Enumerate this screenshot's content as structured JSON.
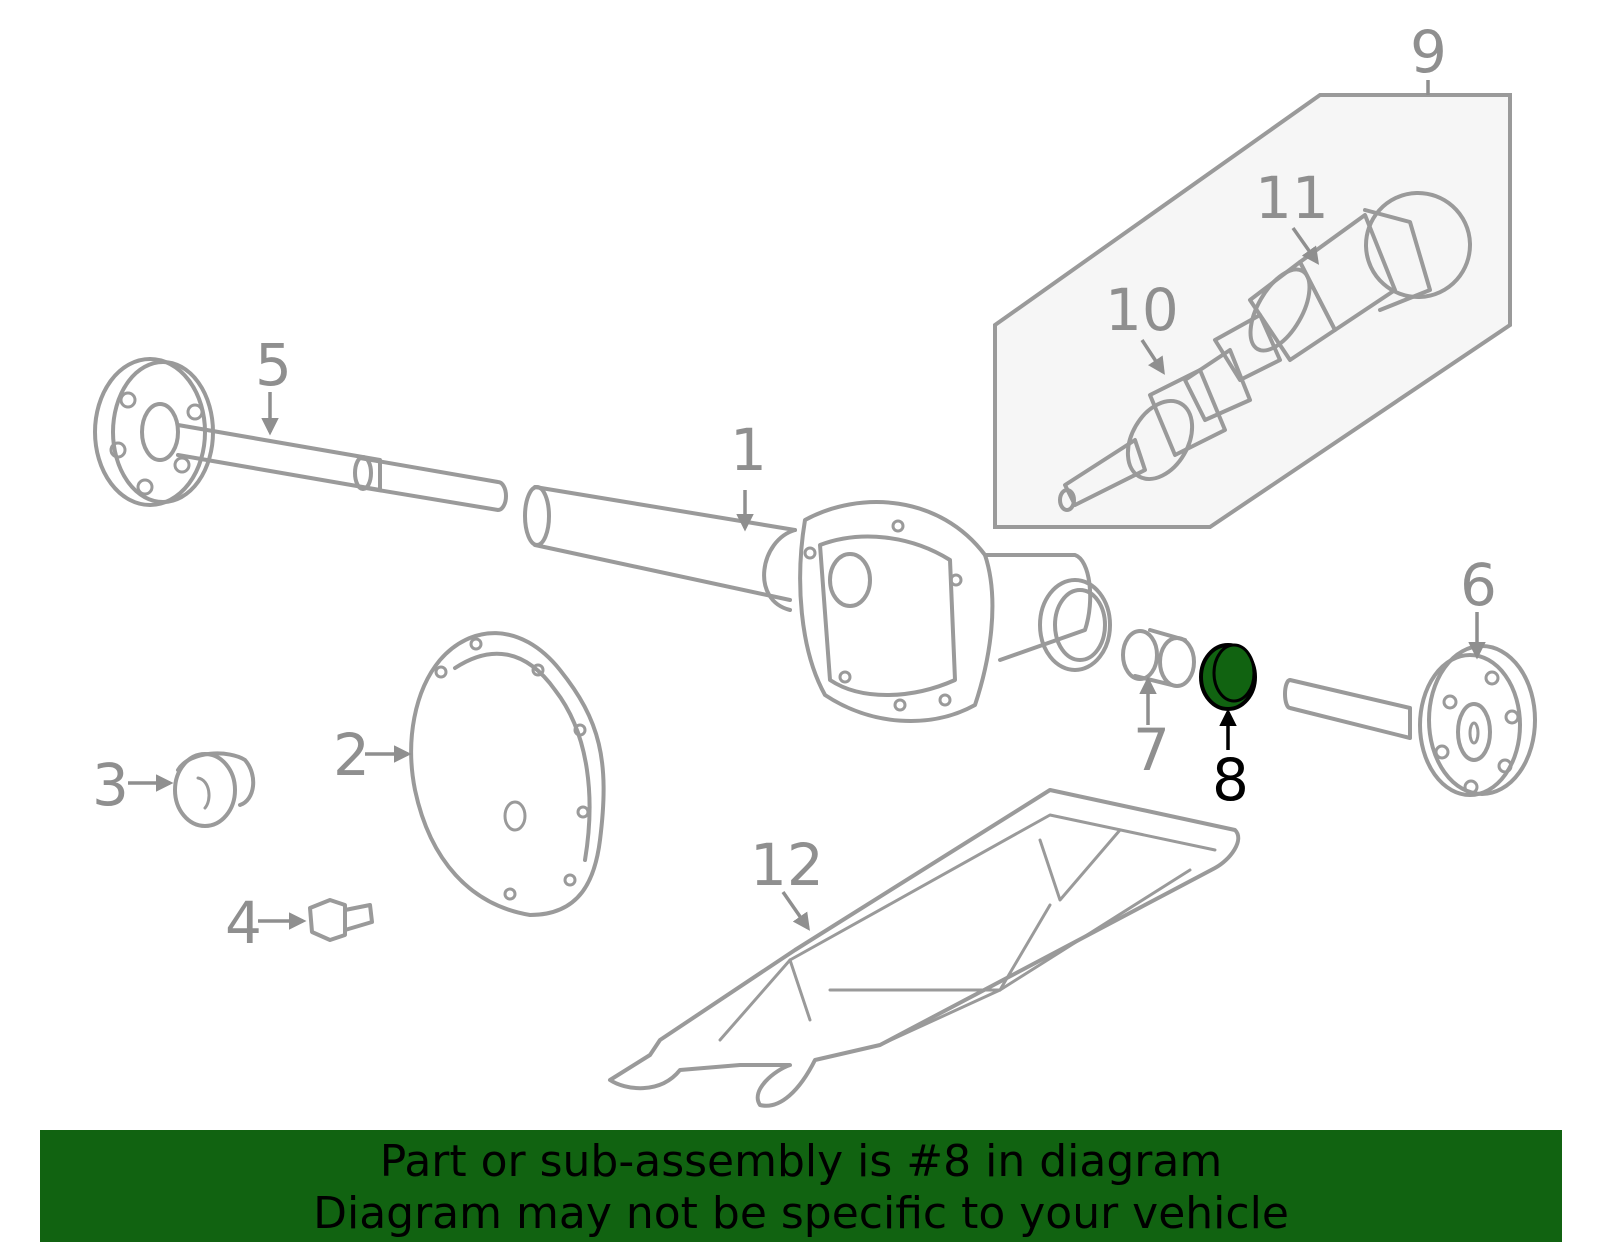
{
  "diagram": {
    "callouts": [
      "1",
      "2",
      "3",
      "4",
      "5",
      "6",
      "7",
      "8",
      "9",
      "10",
      "11",
      "12"
    ],
    "highlighted_part": "8",
    "highlight_color": "#116311",
    "line_color": "#9a9a9a"
  },
  "banner": {
    "line1": "Part or sub-assembly is #8 in diagram",
    "line2": "Diagram may not be specific to your vehicle",
    "background": "#116311"
  }
}
